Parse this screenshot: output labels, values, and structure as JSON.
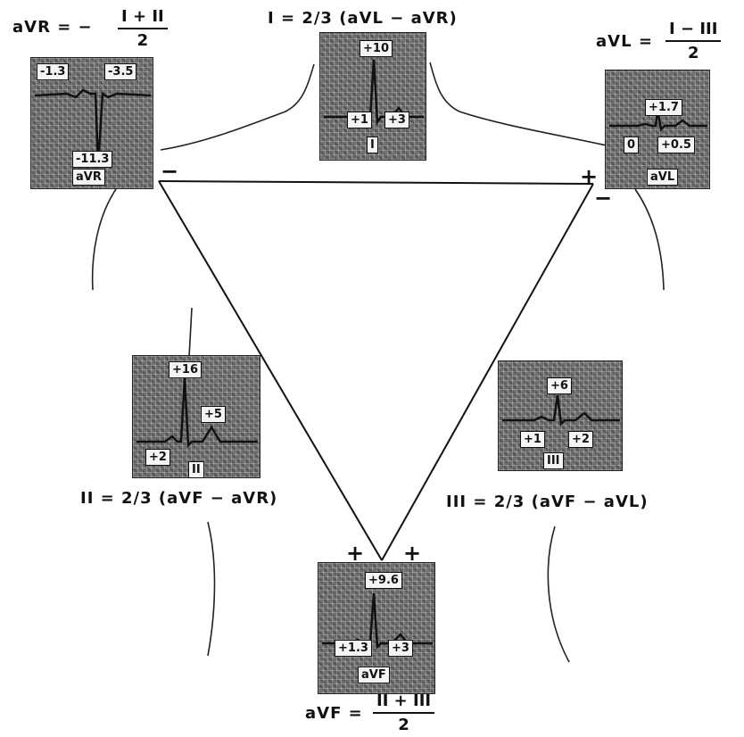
{
  "formulas": {
    "avr_lhs": "aVR = −",
    "avr_num": "I + II",
    "avr_den": "2",
    "lead_i": "I = 2/3 (aVL − aVR)",
    "avl_lhs": "aVL =",
    "avl_num": "I − III",
    "avl_den": "2",
    "lead_ii": "II = 2/3 (aVF − aVR)",
    "lead_iii": "III = 2/3 (aVF − aVL)",
    "avf_lhs": "aVF =",
    "avf_num": "II + III",
    "avf_den": "2"
  },
  "panels": {
    "avr": {
      "name": "aVR",
      "q": "-1.3",
      "s": "-3.5",
      "r": "-11.3"
    },
    "i": {
      "name": "I",
      "r": "+10",
      "q": "+1",
      "t": "+3"
    },
    "avl": {
      "name": "aVL",
      "r": "+1.7",
      "q": "0",
      "t": "+0.5"
    },
    "ii": {
      "name": "II",
      "r": "+16",
      "t": "+5",
      "q": "+2"
    },
    "iii": {
      "name": "III",
      "r": "+6",
      "q": "+1",
      "t": "+2"
    },
    "avf": {
      "name": "aVF",
      "r": "+9.6",
      "q": "+1.3",
      "t": "+3"
    }
  },
  "polarity": {
    "avr_corner": "−",
    "avl_corner_pos": "+",
    "avl_corner_neg": "−",
    "avf_left": "+",
    "avf_right": "+"
  }
}
